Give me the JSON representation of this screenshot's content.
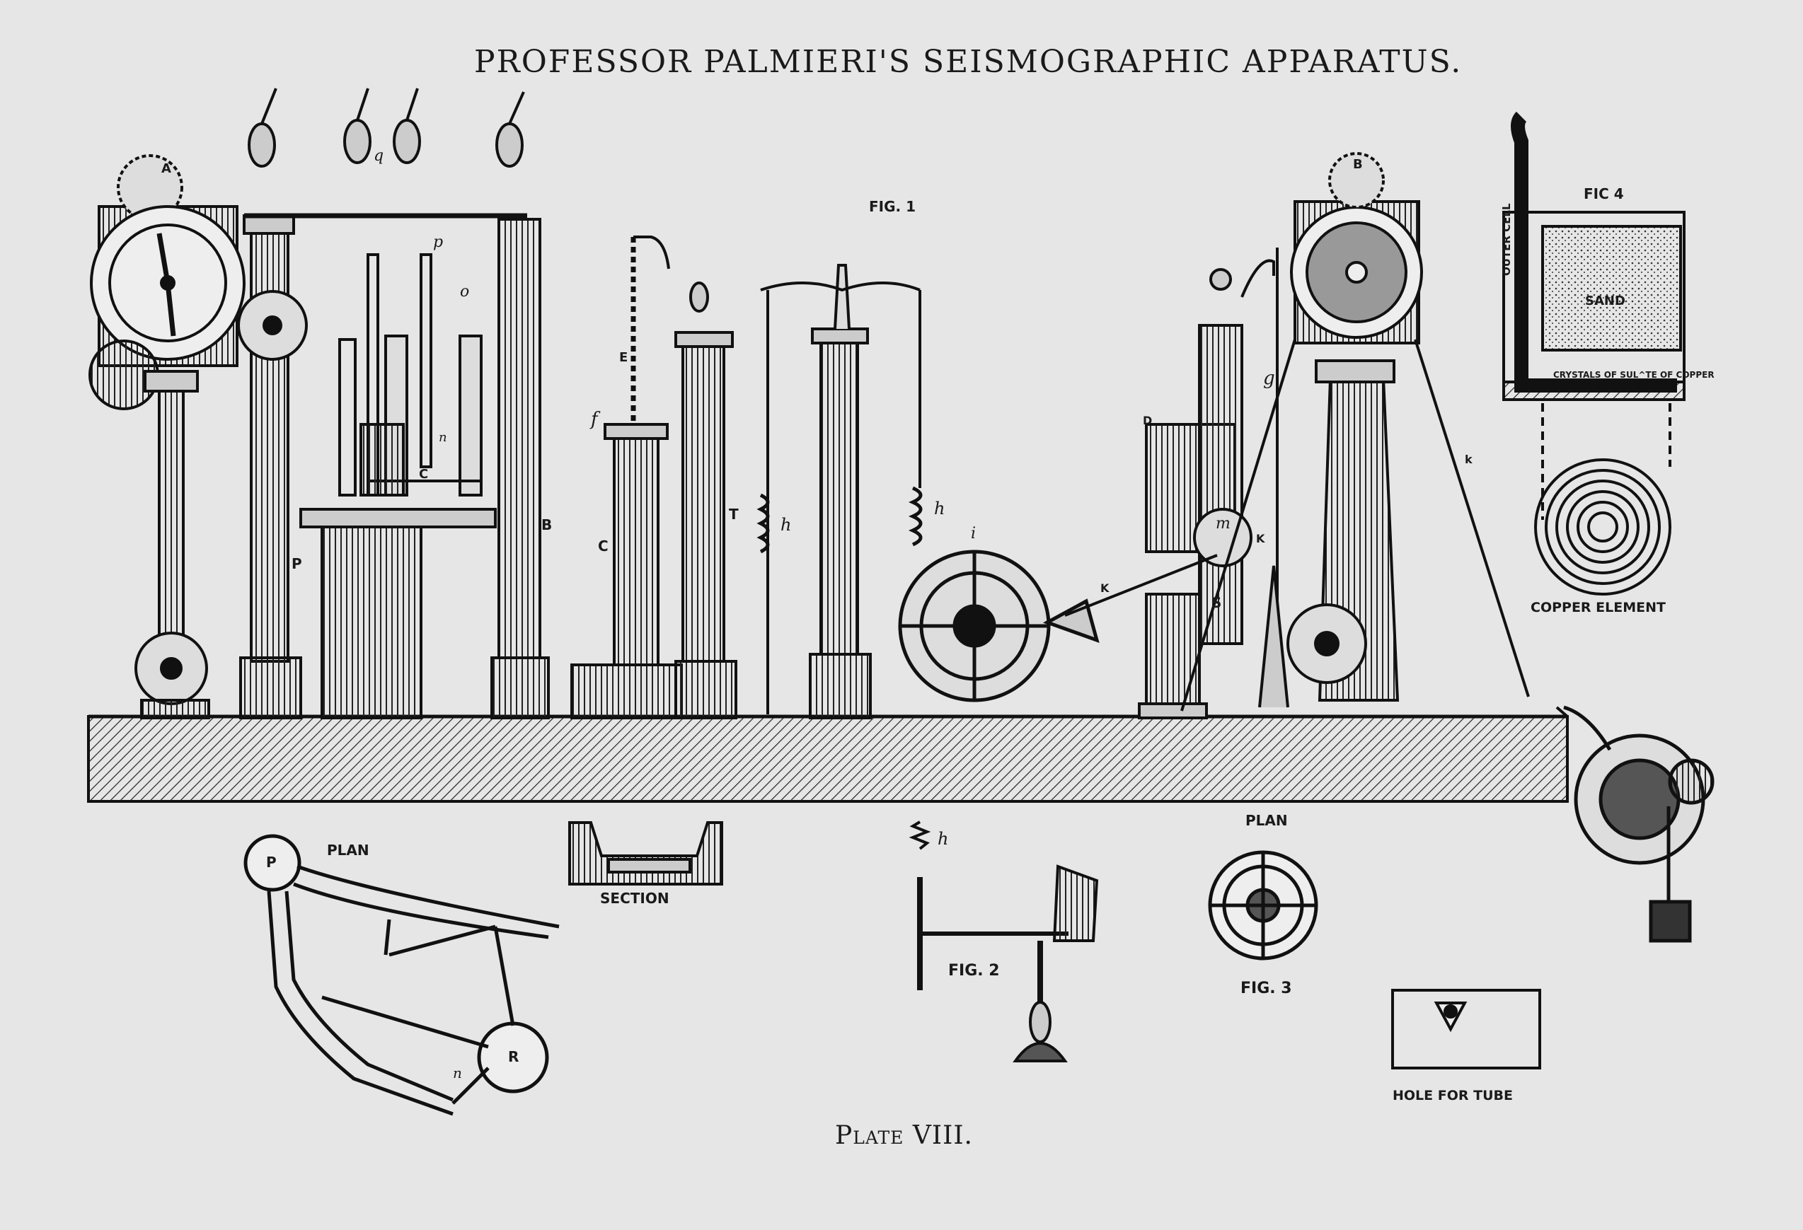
{
  "title": "PROFESSOR PALMIERI'S SEISMOGRAPHIC APPARATUS.",
  "plate_label": "Plate VIII.",
  "figures": {
    "fig1": "FIG. 1",
    "fig2": "FIG. 2",
    "fig3": "FIG. 3",
    "fig4": "FIC 4"
  },
  "captions": {
    "plan_left": "PLAN",
    "plan_right": "PLAN",
    "section": "SECTION",
    "copper_element": "COPPER ELEMENT",
    "hole_for_tube": "HOLE FOR TUBE",
    "sand": "SAND",
    "outer_cell": "OUTER CELL",
    "crystals": "CRYSTALS OF SUL^TE OF COPPER"
  },
  "letters": {
    "A": "A",
    "B_clock": "B",
    "B_col": "B",
    "P": "P",
    "C1": "C",
    "C2": "C",
    "E": "E",
    "f": "f",
    "T": "T",
    "h1": "h",
    "h2": "h",
    "h3": "h",
    "i": "i",
    "D": "D",
    "g": "g",
    "m": "m",
    "S": "S",
    "K1": "K",
    "K2": "K",
    "k": "k",
    "q": "q",
    "p": "p",
    "n": "n",
    "o": "o",
    "plan_P": "P",
    "plan_R": "R",
    "plan_n": "n"
  },
  "colors": {
    "paper": "#e6e6e6",
    "ink": "#1a1a1a"
  }
}
